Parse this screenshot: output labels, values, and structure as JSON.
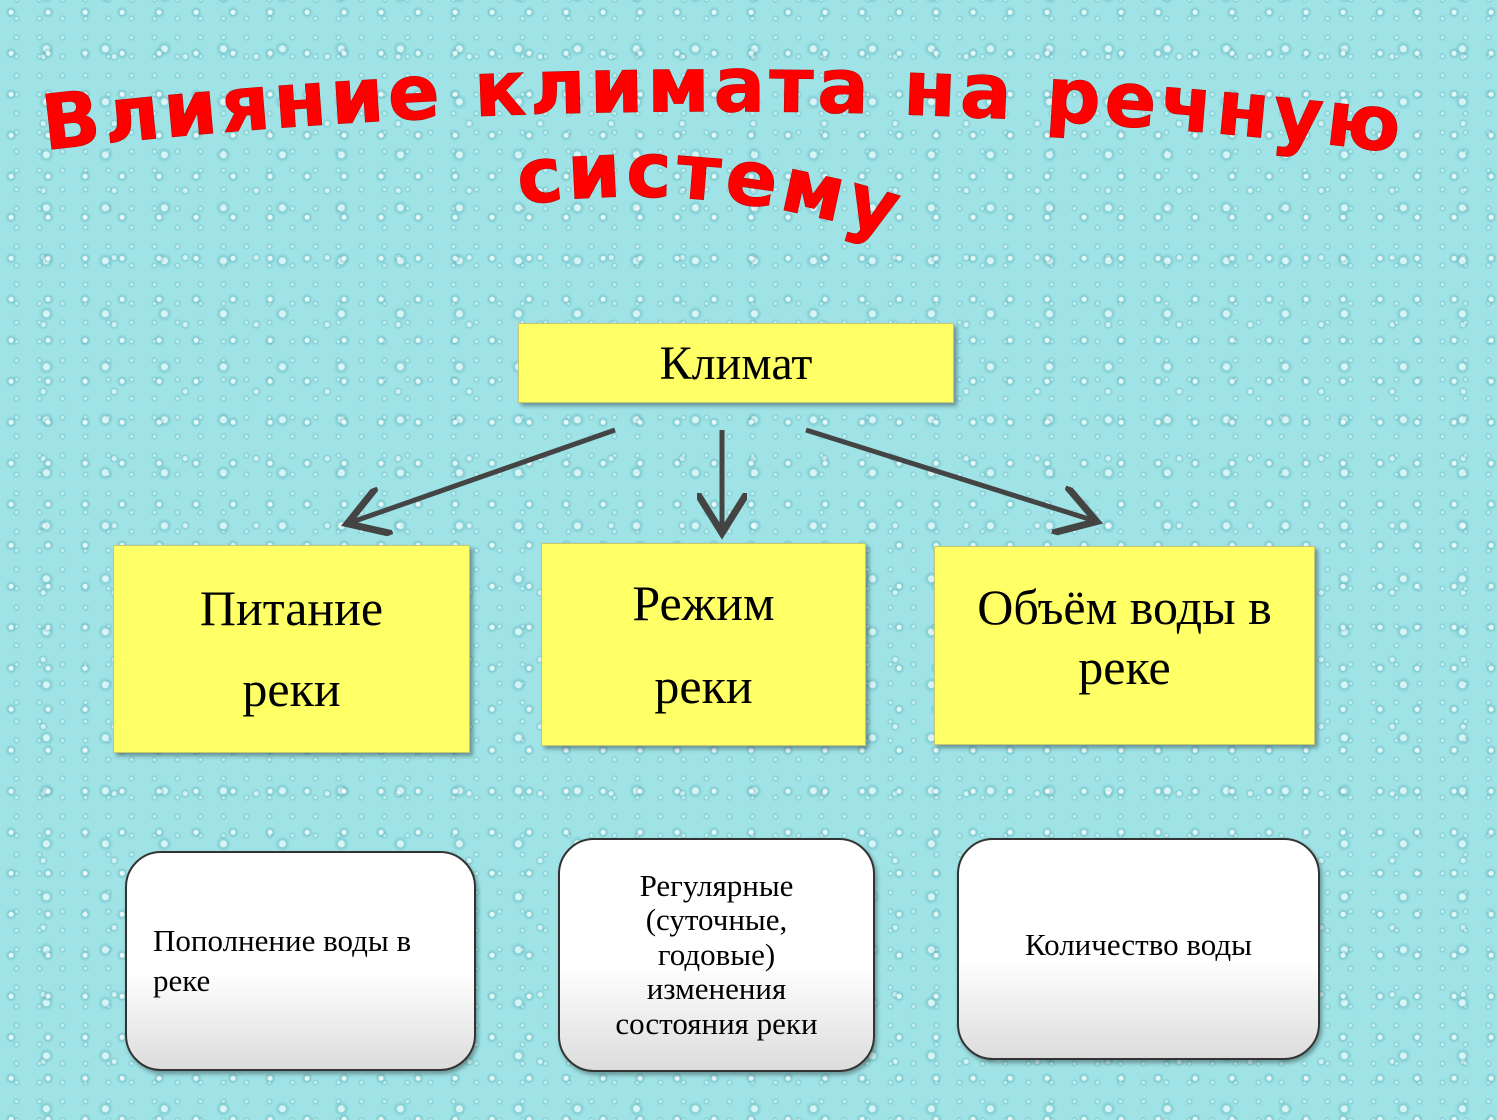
{
  "title": {
    "line1": "Влияние климата на речную",
    "line2": "систему",
    "color": "#ff0000"
  },
  "root": {
    "label": "Климат"
  },
  "categories": [
    {
      "label": "Питание реки",
      "description": "Пополнение воды в реке"
    },
    {
      "label": "Режим реки",
      "description": "Регулярные (суточные, годовые) изменения состояния реки"
    },
    {
      "label": "Объём воды в реке",
      "description": "Количество воды"
    }
  ],
  "colors": {
    "box_fill": "#ffff66",
    "arrow": "#444444",
    "background": "#9fe3e6"
  }
}
